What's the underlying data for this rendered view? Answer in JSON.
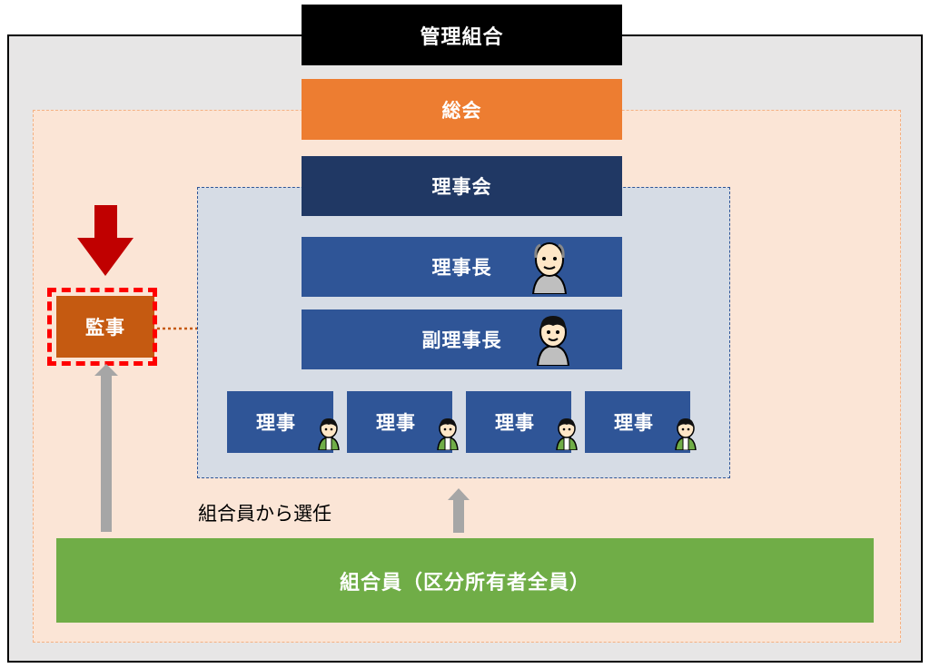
{
  "diagram": {
    "title": "管理組合",
    "general_meeting": "総会",
    "board": "理事会",
    "chairman": "理事長",
    "vice_chairman": "副理事長",
    "directors": [
      "理事",
      "理事",
      "理事",
      "理事"
    ],
    "auditor": "監事",
    "members": "組合員（区分所有者全員）",
    "election_note": "組合員から選任"
  },
  "colors": {
    "outer_area": "#e7e6e6",
    "association_area": "#fbe5d6",
    "board_area": "#d6dce5",
    "general_meeting": "#ed7d31",
    "board": "#203864",
    "board_member": "#2f5597",
    "auditor": "#c55a11",
    "members": "#70ad47",
    "highlight": "#ff0000"
  },
  "icons": [
    "down-arrow-icon",
    "elderly-person-icon",
    "person-icon",
    "staff-person-icon",
    "up-arrow-icon"
  ]
}
